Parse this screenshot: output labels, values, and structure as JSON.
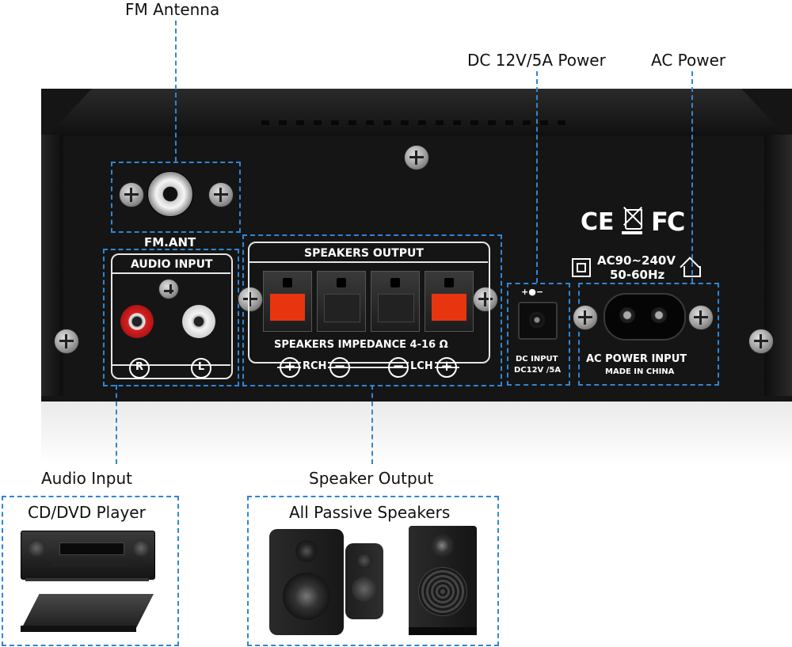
{
  "callouts": {
    "fm_antenna": "FM Antenna",
    "dc_power": "DC 12V/5A Power",
    "ac_power": "AC Power",
    "audio_input": "Audio Input",
    "speaker_output": "Speaker Output"
  },
  "devices": {
    "cd_dvd_title": "CD/DVD Player",
    "speakers_title": "All Passive Speakers"
  },
  "panel": {
    "fm_ant": "FM.ANT",
    "audio_input": "AUDIO INPUT",
    "r_label": "R",
    "l_label": "L",
    "speakers_output": "SPEAKERS OUTPUT",
    "impedance": "SPEAKERS IMPEDANCE 4-16 Ω",
    "rch": "RCH",
    "lch": "LCH",
    "plus": "+",
    "minus": "−",
    "dc_input_1": "DC INPUT",
    "dc_input_2": "DC12V /5A",
    "ac_range_1": "AC90~240V",
    "ac_range_2": "50-60Hz",
    "ac_power_input": "AC POWER INPUT",
    "made_in": "MADE IN CHINA",
    "ce_mark": "CE",
    "fc_mark": "FC"
  },
  "colors": {
    "callout_dash": "#2f86d6",
    "chassis": "#1a1a1a",
    "terminal_red": "#e8350f",
    "rca_red": "#d42020",
    "rca_white": "#f2f2f2"
  }
}
